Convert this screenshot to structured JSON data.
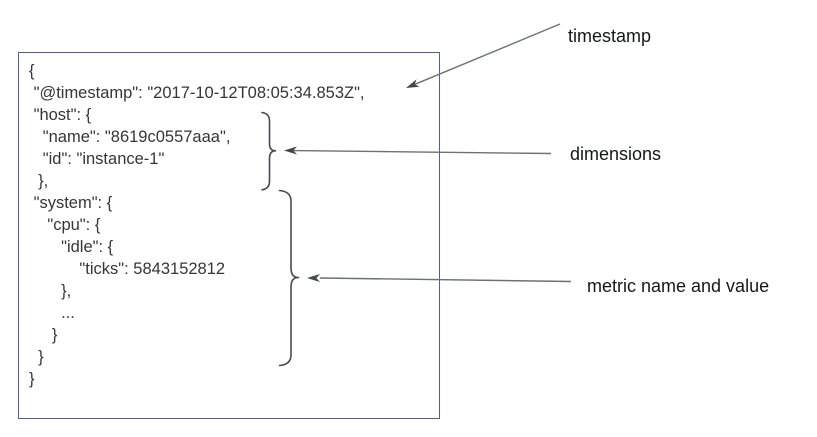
{
  "document": {
    "description": "example-metrics-json-document",
    "lines": [
      "{",
      " \"@timestamp\": \"2017-10-12T08:05:34.853Z\",",
      " \"host\": {",
      "   \"name\": \"8619c0557aaa\",",
      "   \"id\": \"instance-1\"",
      "  },",
      " \"system\": {",
      "    \"cpu\": {",
      "       \"idle\": {",
      "           \"ticks\": 5843152812",
      "       },",
      "       ...",
      "     }",
      "  }",
      "}"
    ],
    "timestamp_value": "2017-10-12T08:05:34.853Z",
    "host_name": "8619c0557aaa",
    "host_id": "instance-1",
    "metric_name": "system.cpu.idle.ticks",
    "metric_value": 5843152812
  },
  "annotations": [
    {
      "label": "timestamp"
    },
    {
      "label": "dimensions"
    },
    {
      "label": "metric name and value"
    }
  ],
  "colors": {
    "box_border": "#4e6197",
    "json_text": "#363636",
    "label_text": "#15171a",
    "arrow": "#6b7177",
    "arrow_head": "#43474d",
    "brace": "#454b55",
    "background": "#ffffff"
  }
}
